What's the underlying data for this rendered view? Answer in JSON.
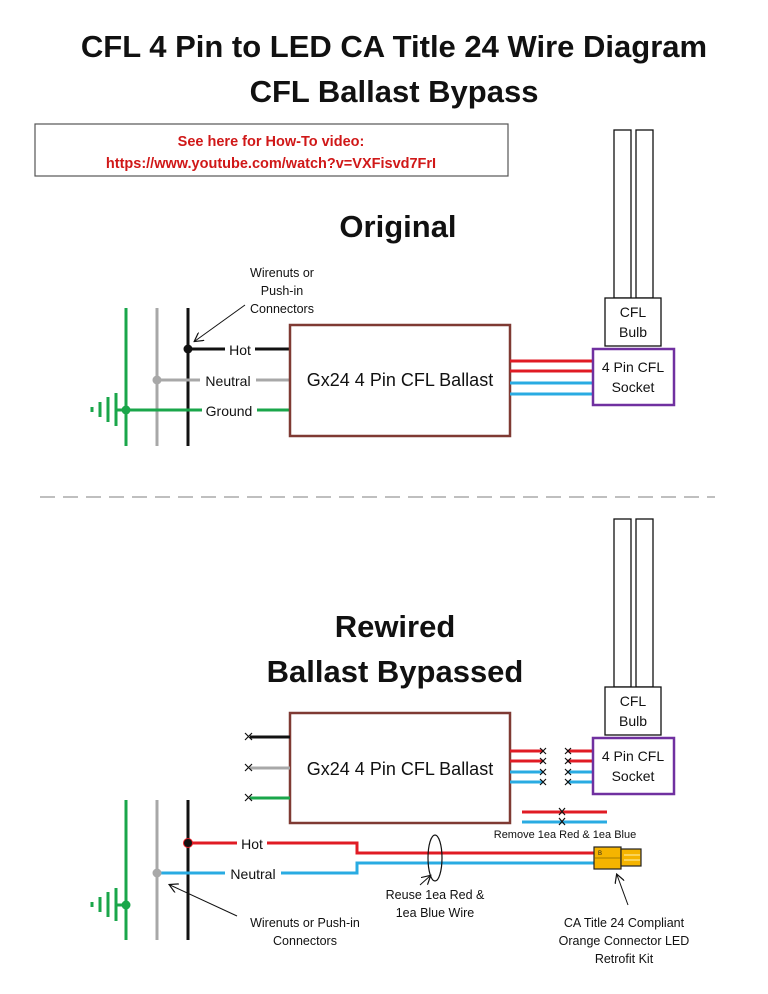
{
  "title": {
    "line1": "CFL 4 Pin to LED CA Title 24 Wire Diagram",
    "line2": "CFL Ballast Bypass"
  },
  "video_box": {
    "line1": "See here for How-To video:",
    "line2": "https://www.youtube.com/watch?v=VXFisvd7FrI"
  },
  "colors": {
    "hot_original": "#000000",
    "hot_rewired": "#e01b24",
    "neutral_original": "#a8a8a8",
    "neutral_rewired": "#29abe2",
    "ground": "#1aa64a",
    "ballast_border": "#7f3a33",
    "socket_border": "#7030a0",
    "connector_fill": "#f5b400",
    "divider": "#bfbfbf",
    "link_text": "#d01818"
  },
  "original": {
    "heading": "Original",
    "connectors_note": [
      "Wirenuts or",
      "Push-in",
      "Connectors"
    ],
    "wire_labels": {
      "hot": "Hot",
      "neutral": "Neutral",
      "ground": "Ground"
    },
    "ballast_label": "Gx24 4 Pin CFL Ballast",
    "bulb_label": [
      "CFL",
      "Bulb"
    ],
    "socket_label": [
      "4 Pin CFL",
      "Socket"
    ]
  },
  "rewired": {
    "heading_line1": "Rewired",
    "heading_line2": "Ballast Bypassed",
    "wire_labels": {
      "hot": "Hot",
      "neutral": "Neutral"
    },
    "ballast_label": "Gx24 4 Pin CFL Ballast",
    "bulb_label": [
      "CFL",
      "Bulb"
    ],
    "socket_label": [
      "4 Pin CFL",
      "Socket"
    ],
    "remove_note": "Remove 1ea Red & 1ea Blue",
    "reuse_note": [
      "Reuse 1ea Red &",
      "1ea Blue Wire"
    ],
    "connectors_note": [
      "Wirenuts or Push-in",
      "Connectors"
    ],
    "kit_note": [
      "CA Title 24 Compliant",
      "Orange Connector LED",
      "Retrofit Kit"
    ],
    "connector_letter": "B"
  }
}
